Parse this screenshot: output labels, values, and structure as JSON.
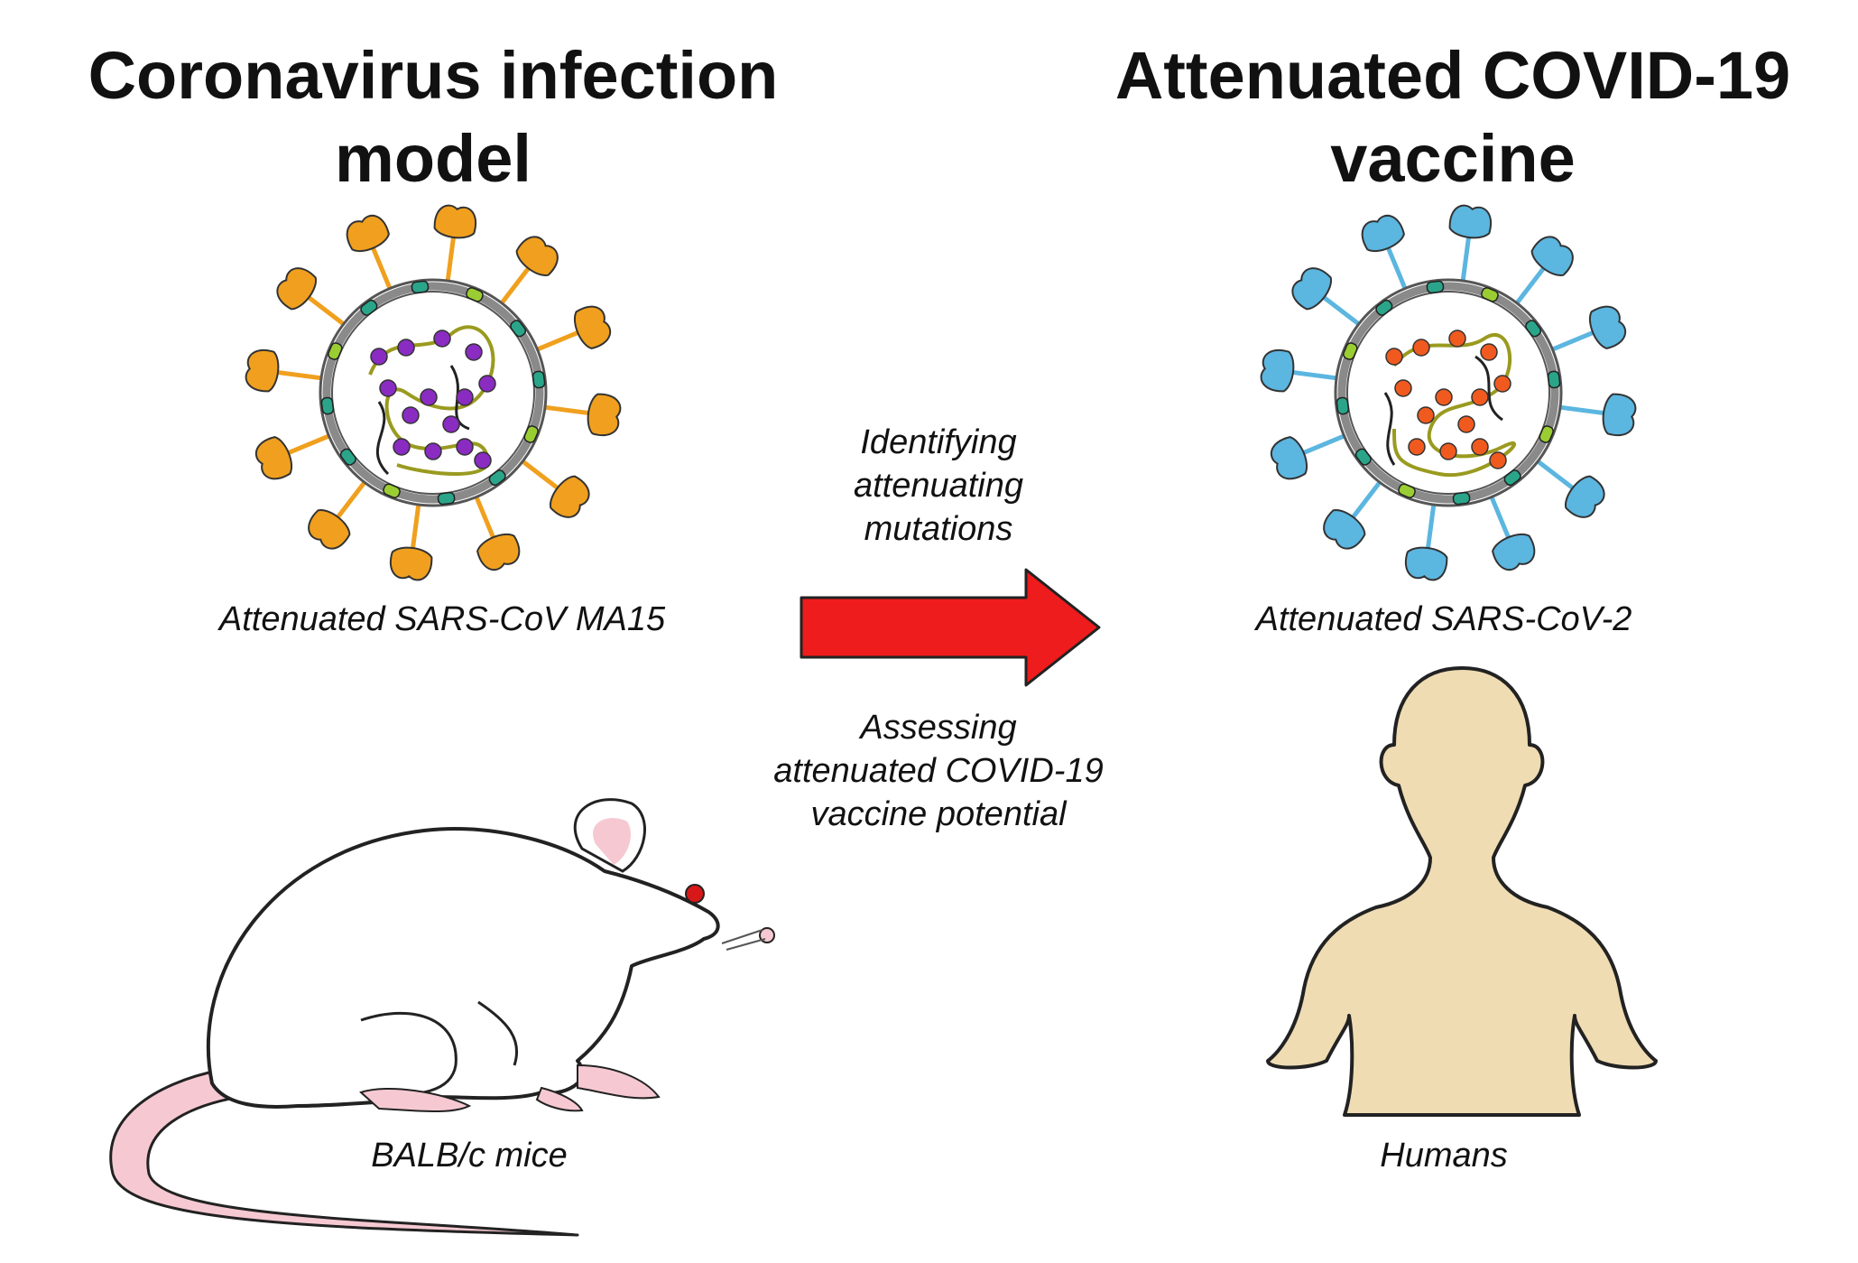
{
  "left_heading": {
    "line1": "Coronavirus infection",
    "line2": "model"
  },
  "right_heading": {
    "line1": "Attenuated COVID-19",
    "line2": "vaccine"
  },
  "left_virus_label": "Attenuated SARS-CoV MA15",
  "right_virus_label": "Attenuated SARS-CoV-2",
  "arrow_top_label": {
    "line1": "Identifying",
    "line2": "attenuating",
    "line3": "mutations"
  },
  "arrow_bottom_label": {
    "line1": "Assessing",
    "line2": "attenuated COVID-19",
    "line3": "vaccine potential"
  },
  "mouse_label": "BALB/c mice",
  "human_label": "Humans",
  "colors": {
    "left_spike": "#f0a01e",
    "left_genome_bead": "#8a2bc2",
    "right_spike": "#5bb6e0",
    "right_genome_bead": "#f05a1e",
    "membrane": "#7a7a7a",
    "envelope_protein": "#2aa58a",
    "arrow": "#ee1c1c",
    "skin": "#efdcb3",
    "mouse_pink": "#f6c9d2",
    "mouse_eye": "#d81818"
  },
  "icons": [
    "coronavirus-icon",
    "mouse-icon",
    "human-icon",
    "arrow-right-icon"
  ]
}
